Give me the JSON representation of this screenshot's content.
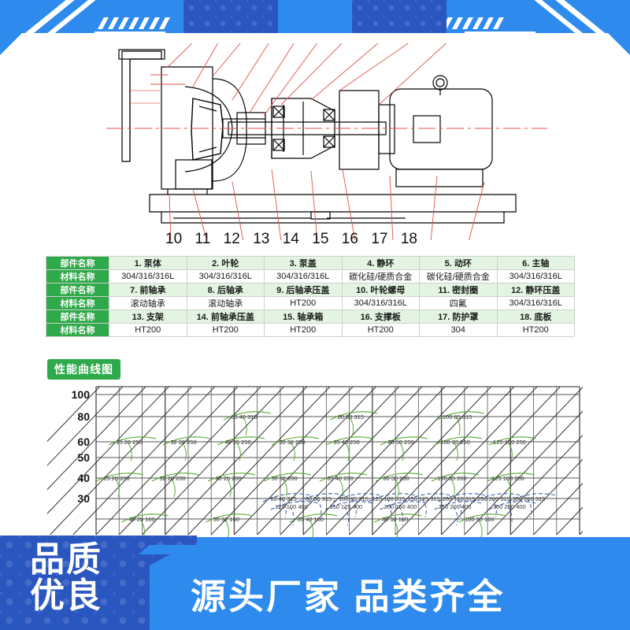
{
  "banner": {
    "left_line1": "品质",
    "left_line2": "优良",
    "right_text": "源头厂家  品类齐全"
  },
  "diagram": {
    "callouts": [
      "10",
      "11",
      "12",
      "13",
      "14",
      "15",
      "16",
      "17",
      "18"
    ]
  },
  "table": {
    "row_header_part": "部件名称",
    "row_header_material": "材料名称",
    "rows": [
      {
        "parts": [
          "1. 泵体",
          "2. 叶轮",
          "3. 泵盖",
          "4. 静环",
          "5. 动环",
          "6. 主轴"
        ],
        "materials": [
          "304/316/316L",
          "304/316/316L",
          "304/316/316L",
          "碳化硅/硬质合金",
          "碳化硅/硬质合金",
          "304/316/316L"
        ]
      },
      {
        "parts": [
          "7. 前轴承",
          "8. 后轴承",
          "9. 后轴承压盖",
          "10. 叶轮螺母",
          "11. 密封圈",
          "12. 静环压盖"
        ],
        "materials": [
          "滚动轴承",
          "滚动轴承",
          "HT200",
          "304/316/316L",
          "四氟",
          "304/316/316L"
        ]
      },
      {
        "parts": [
          "13. 支架",
          "14. 前轴承压盖",
          "15. 轴承箱",
          "16. 支撑板",
          "17. 防护罩",
          "18. 底板"
        ],
        "materials": [
          "HT200",
          "HT200",
          "HT200",
          "HT200",
          "304",
          "HT200"
        ]
      }
    ]
  },
  "chart_data": {
    "type": "line",
    "title": "性能曲线图",
    "xlabel": "",
    "ylabel": "",
    "ylim": [
      20,
      115
    ],
    "yticks": [
      100,
      80,
      60,
      50,
      40,
      30
    ],
    "grid": true,
    "legend": "none",
    "series": [
      {
        "name": "green-160",
        "color": "#5aa832",
        "style": "solid",
        "labels": [
          "40 25 160",
          "50 32 160",
          "65 40 160",
          "80 50 160",
          "100 50 160"
        ]
      },
      {
        "name": "green-200",
        "color": "#5aa832",
        "style": "solid",
        "labels": [
          "25 20 200",
          "32 20 200",
          "40 25 200",
          "50 32 200",
          "65 40 200",
          "80 50 200",
          "100 65 200",
          "125 100 200"
        ]
      },
      {
        "name": "green-250",
        "color": "#5aa832",
        "style": "solid",
        "labels": [
          "25 20 250",
          "32 20 250",
          "40 25 250",
          "50 32 250",
          "65 40 250",
          "80 50 250",
          "100 65 250",
          "125 100 250"
        ]
      },
      {
        "name": "green-315",
        "color": "#5aa832",
        "style": "solid",
        "labels": [
          "65 40 315",
          "80 50 315",
          "100 65 315"
        ]
      },
      {
        "name": "blue-315",
        "color": "#3a5fa8",
        "style": "dashed",
        "labels": [
          "65 40 315",
          "80 50 315",
          "100 65 315",
          "125 100 315",
          "150 125 315",
          "200 150 315",
          "250 200 315",
          "300 250 315"
        ]
      },
      {
        "name": "blue-400",
        "color": "#3a5fa8",
        "style": "dashed",
        "labels": [
          "125 100 400",
          "150 125 400",
          "200 150 400",
          "250 200 400",
          "300 250 400"
        ]
      }
    ]
  }
}
